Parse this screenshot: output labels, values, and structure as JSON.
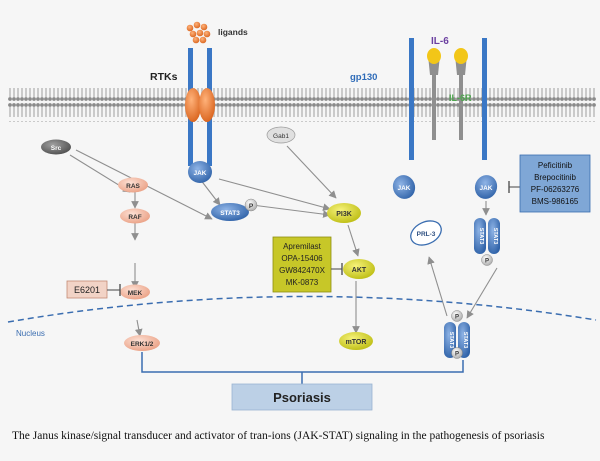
{
  "labels": {
    "ligands": "ligands",
    "rtks": "RTKs",
    "gp130": "gp130",
    "il6": "IL-6",
    "il6r": "IL-6R",
    "nucleus": "Nucleus",
    "src": "Src",
    "gab1": "Gab1",
    "jak_rtk": "JAK",
    "jak_left": "JAK",
    "jak_right": "JAK",
    "ras": "RAS",
    "raf": "RAF",
    "mek": "MEK",
    "erk": "ERK1/2",
    "stat3": "STAT3",
    "p": "P",
    "pi3k": "PI3K",
    "akt": "AKT",
    "mtor": "mTOR",
    "prl3": "PRL-3",
    "stat3_vertical": "STAT3",
    "e6201": "E6201",
    "psoriasis": "Psoriasis"
  },
  "inhibitor_boxes": {
    "pde4": [
      "Apremilast",
      "OPA-15406",
      "GW842470X",
      "MK-0873"
    ],
    "jak": [
      "Peficitinib",
      "Brepocitinib",
      "PF-06263276",
      "BMS-986165"
    ]
  },
  "caption": "The Janus kinase/signal transducer and activator of tran-ions (JAK-STAT) signaling in the pathogenesis of psoriasis",
  "colors": {
    "background": "#f6f6f6",
    "membrane_head": "#8a8a8a",
    "membrane_tail": "#bdbdbd",
    "receptor_blue": "#3a77c5",
    "receptor_orange": "#e8772f",
    "jak_blue": "#3f73b8",
    "stat_blue": "#4c7fc0",
    "salmon": "#f2b29b",
    "yellow": "#d4d42a",
    "src_gray": "#707070",
    "ligand_orange": "#e8772f",
    "il6_yellow": "#f2c618",
    "il6_label": "#6b3fa0",
    "il6r_label": "#4ea64e",
    "gp130_label": "#2e6bb8",
    "arrow_gray": "#8f8f8f",
    "nucleus_line": "#3a6db0",
    "psoriasis_bg": "#bcd0e6",
    "inhibitor_box_yellow": "#c7c728",
    "inhibitor_box_blue": "#7fa7d6"
  }
}
